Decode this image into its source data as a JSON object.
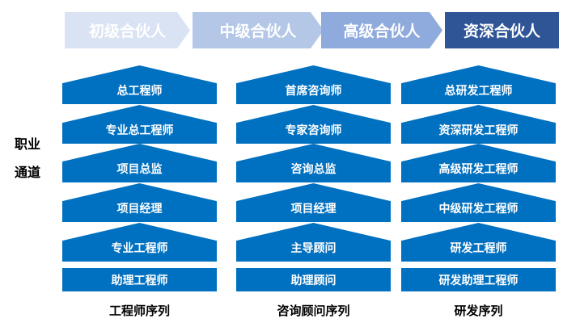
{
  "partner_levels": [
    {
      "label": "初级合伙人",
      "color": "#dae3f3"
    },
    {
      "label": "中级合伙人",
      "color": "#b4c7e7"
    },
    {
      "label": "高级合伙人",
      "color": "#8faadc"
    },
    {
      "label": "资深合伙人",
      "color": "#2f5597"
    }
  ],
  "side_label": [
    "职业",
    "通道"
  ],
  "columns": [
    {
      "title": "工程师序列",
      "levels": [
        "总工程师",
        "专业总工程师",
        "项目总监",
        "项目经理",
        "专业工程师",
        "助理工程师"
      ]
    },
    {
      "title": "咨询顾问序列",
      "levels": [
        "首席咨询师",
        "专家咨询师",
        "咨询总监",
        "项目经理",
        "主导顾问",
        "助理顾问"
      ]
    },
    {
      "title": "研发序列",
      "levels": [
        "总研发工程师",
        "资深研发工程师",
        "高级研发工程师",
        "中级研发工程师",
        "研发工程师",
        "研发助理工程师"
      ]
    }
  ],
  "accent": "#0070c0"
}
